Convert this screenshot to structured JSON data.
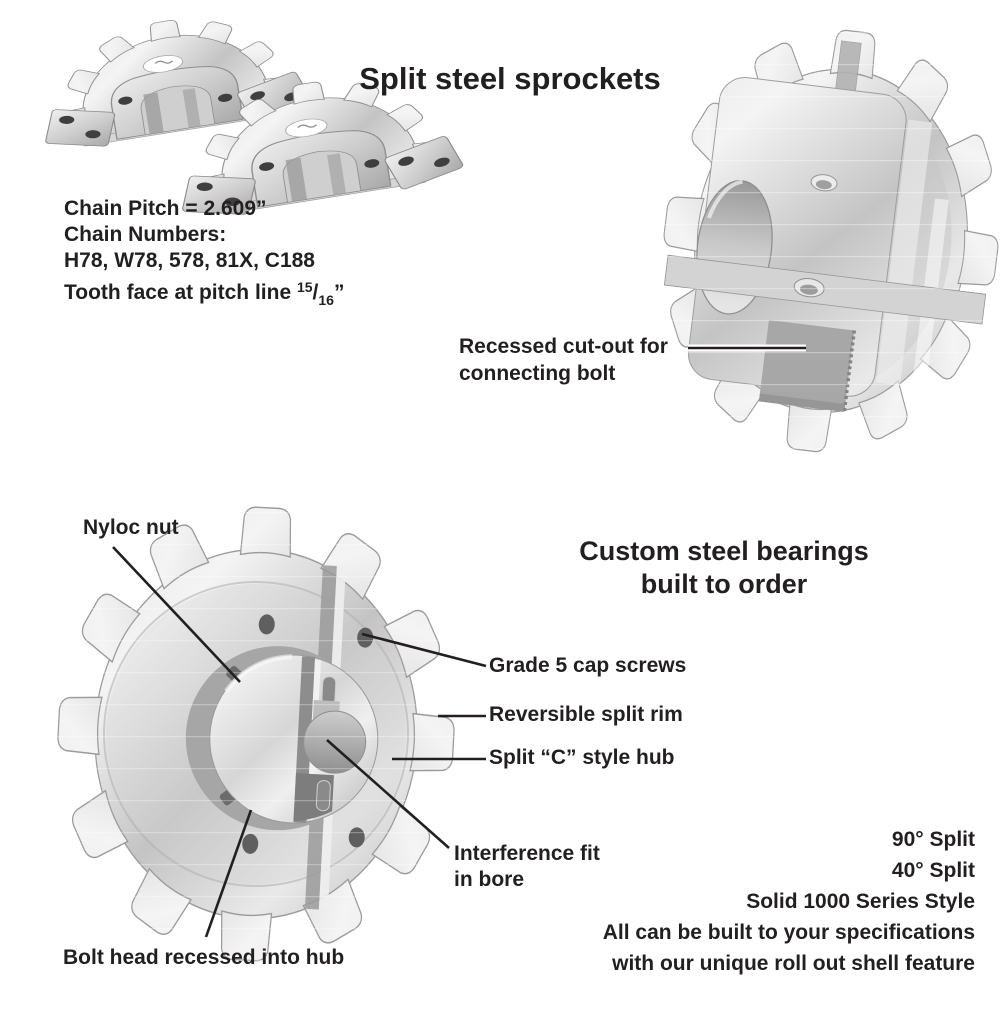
{
  "page": {
    "title": "Split steel sprockets"
  },
  "specs": {
    "chain_pitch": "Chain Pitch = 2.609”",
    "chain_numbers_label": "Chain Numbers:",
    "chain_numbers": "H78, W78, 578, 81X, C188",
    "tooth_face_prefix": "Tooth face at pitch line ",
    "fraction_numerator": "15",
    "fraction_slash": "/",
    "fraction_denominator": "16",
    "tooth_face_suffix": "”"
  },
  "custom_heading": {
    "line1": "Custom steel bearings",
    "line2": "built to order"
  },
  "callouts": {
    "recessed_cutout": {
      "line1": "Recessed cut-out for",
      "line2": "connecting bolt"
    },
    "nyloc_nut": "Nyloc nut",
    "grade5_screws": "Grade 5 cap screws",
    "reversible_rim": "Reversible split rim",
    "split_hub": "Split “C” style hub",
    "interference": {
      "line1": "Interference fit",
      "line2": "in bore"
    },
    "bolt_head": "Bolt head recessed into hub"
  },
  "options": {
    "lines": [
      "90° Split",
      "40° Split",
      "Solid 1000 Series Style",
      "All can be built to your specifications",
      "with our unique roll out shell feature"
    ]
  },
  "colors": {
    "text": "#231f20",
    "leader_line": "#231f20",
    "metal_light": "#f2f2f2",
    "metal_mid": "#c2c2c2",
    "metal_dark": "#8d8d8d",
    "background": "#ffffff"
  }
}
